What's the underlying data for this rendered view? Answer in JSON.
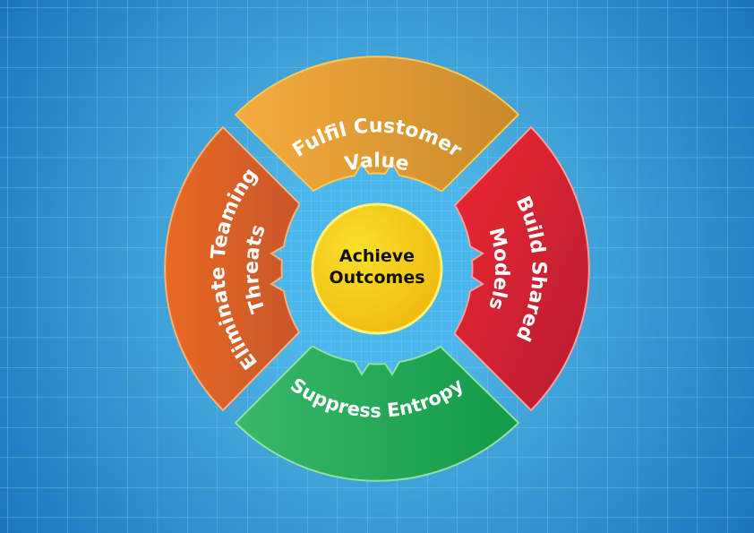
{
  "center": {
    "line1": "Achieve",
    "line2": "Outcomes"
  },
  "segments": {
    "top": {
      "line1": "Fulfil Customer",
      "line2": "Value"
    },
    "right": {
      "line1": "Build Shared",
      "line2": "Models"
    },
    "bottom": {
      "line1": "Suppress Entropy"
    },
    "left": {
      "line1": "Eliminate Teaming",
      "line2": "Threats"
    }
  },
  "colors": {
    "background_light": "#56c3f0",
    "background_dark": "#1f7fc3",
    "grid": "#6fc4f0",
    "top": "#e8a03a",
    "right": "#e0232c",
    "bottom": "#1faa52",
    "left": "#e2672a",
    "center": "#f4d20f",
    "outline": "#f3d25a"
  }
}
